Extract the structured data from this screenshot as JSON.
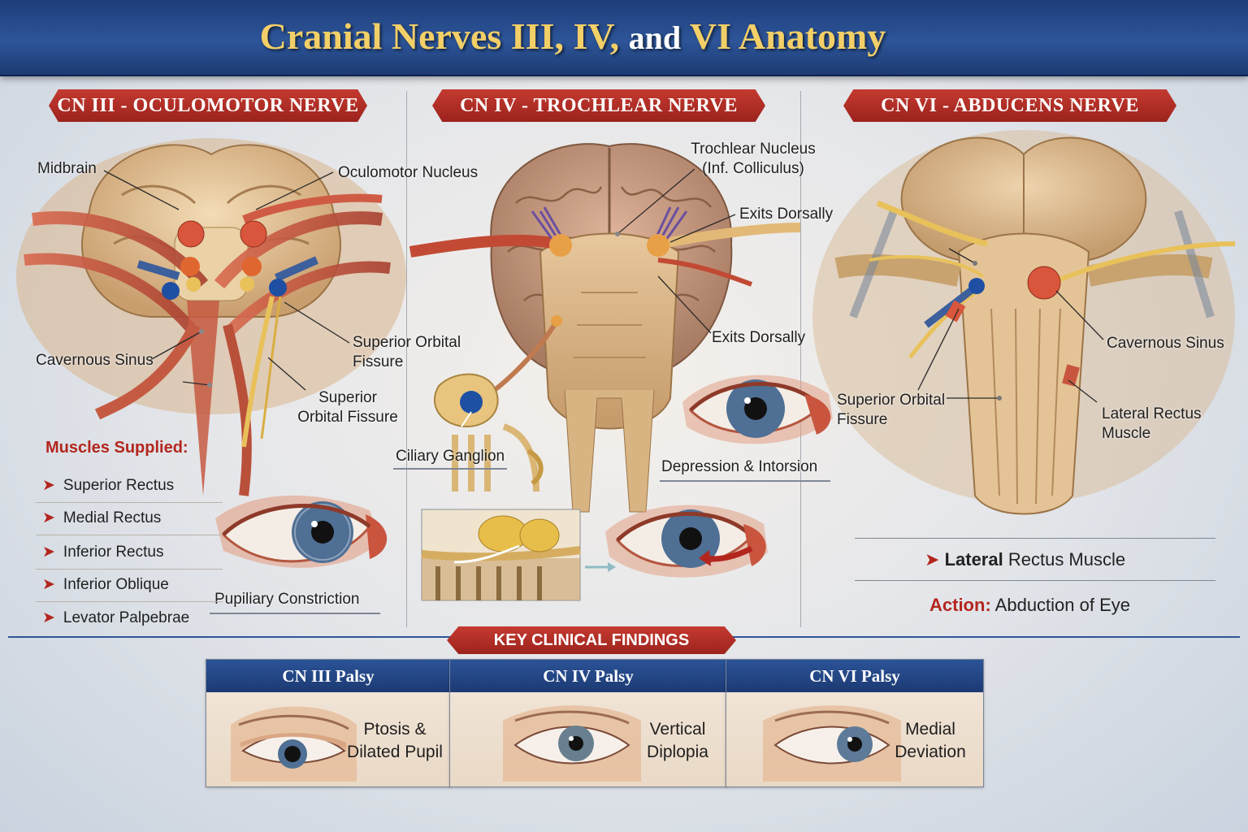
{
  "title": {
    "part1": "Cranial Nerves III, IV,",
    "part2": "and",
    "part3": "VI Anatomy"
  },
  "sections": {
    "cn3": {
      "banner": "CN III - OCULOMOTOR NERVE",
      "labels": {
        "midbrain": "Midbrain",
        "oculomotor_nucleus": "Oculomotor Nucleus",
        "cavernous_sinus": "Cavernous Sinus",
        "sof_1": "Superior Orbital\nFissure",
        "sof_2": "Superior\nOrbital Fissure",
        "pupillary": "Pupiliary Constriction"
      },
      "muscles_title": "Muscles Supplied:",
      "muscles": [
        "Superior Rectus",
        "Medial Rectus",
        "Inferior Rectus",
        "Inferior Oblique",
        "Levator Palpebrae"
      ]
    },
    "cn4": {
      "banner": "CN IV - TROCHLEAR NERVE",
      "labels": {
        "trochlear_nucleus": "Trochlear Nucleus\n(Inf. Colliculus)",
        "exits_1": "Exits Dorsally",
        "exits_2": "Exits Dorsally",
        "ciliary": "Ciliary Ganglion",
        "depression": "Depression & Intorsion"
      }
    },
    "cn6": {
      "banner": "CN VI - ABDUCENS NERVE",
      "labels": {
        "cavernous_sinus": "Cavernous Sinus",
        "sof": "Superior Orbital\nFissure",
        "lateral_rectus": "Lateral Rectus\nMuscle"
      },
      "muscle_word1": "Lateral",
      "muscle_rest": "Rectus Muscle",
      "action_label": "Action:",
      "action_value": "Abduction of Eye"
    }
  },
  "clinical": {
    "banner": "KEY CLINICAL FINDINGS",
    "panels": [
      {
        "title": "CN III Palsy",
        "desc": "Ptosis &\nDilated Pupil"
      },
      {
        "title": "CN IV Palsy",
        "desc": "Vertical\nDiplopia"
      },
      {
        "title": "CN VI Palsy",
        "desc": "Medial\nDeviation"
      }
    ]
  },
  "colors": {
    "header_blue": "#2d5598",
    "title_gold": "#f3cf68",
    "banner_red": "#b3261e",
    "nerve_yellow": "#e8c15a",
    "muscle_red": "#c8563f",
    "tissue_tan": "#e8c9a0",
    "iris_blue": "#4f6f94"
  },
  "icons": [
    "arrow-right-icon"
  ]
}
